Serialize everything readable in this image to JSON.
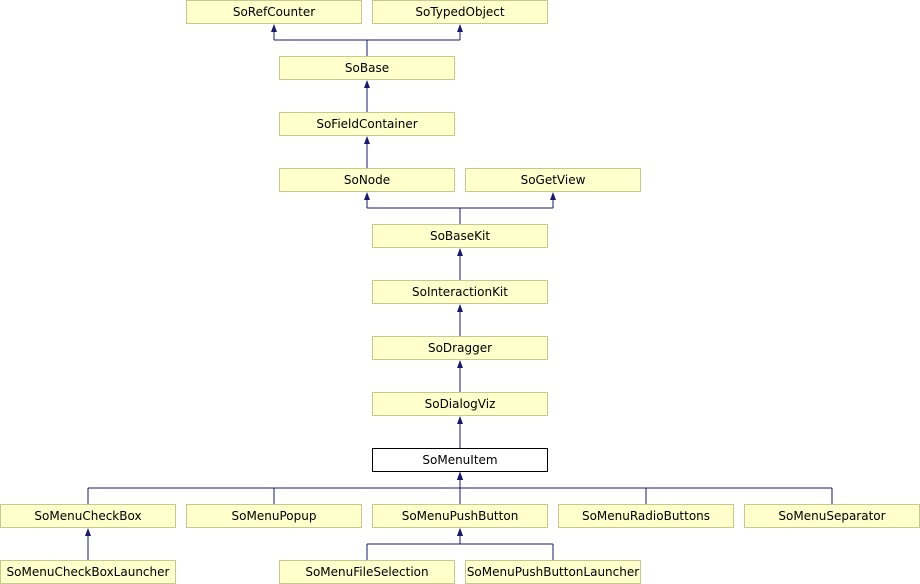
{
  "classes": {
    "refcounter": "SoRefCounter",
    "typedobject": "SoTypedObject",
    "base": "SoBase",
    "fieldcontainer": "SoFieldContainer",
    "node": "SoNode",
    "getview": "SoGetView",
    "basekit": "SoBaseKit",
    "interactionkit": "SoInteractionKit",
    "dragger": "SoDragger",
    "dialogviz": "SoDialogViz",
    "menuitem": "SoMenuItem",
    "menucheckbox": "SoMenuCheckBox",
    "menupopup": "SoMenuPopup",
    "menupushbutton": "SoMenuPushButton",
    "menuradiobuttons": "SoMenuRadioButtons",
    "menuseparator": "SoMenuSeparator",
    "menucheckboxlauncher": "SoMenuCheckBoxLauncher",
    "menufileselection": "SoMenuFileSelection",
    "menupushbuttonlauncher": "SoMenuPushButtonLauncher"
  },
  "current_class": "menuitem",
  "colors": {
    "node_fill": "#ffffcc",
    "node_border": "#c8c88c",
    "current_fill": "#ffffff",
    "current_border": "#000000",
    "edge": "#191970"
  },
  "inheritance": [
    {
      "child": "base",
      "parents": [
        "refcounter",
        "typedobject"
      ]
    },
    {
      "child": "fieldcontainer",
      "parents": [
        "base"
      ]
    },
    {
      "child": "node",
      "parents": [
        "fieldcontainer"
      ]
    },
    {
      "child": "basekit",
      "parents": [
        "node",
        "getview"
      ]
    },
    {
      "child": "interactionkit",
      "parents": [
        "basekit"
      ]
    },
    {
      "child": "dragger",
      "parents": [
        "interactionkit"
      ]
    },
    {
      "child": "dialogviz",
      "parents": [
        "dragger"
      ]
    },
    {
      "child": "menuitem",
      "parents": [
        "dialogviz"
      ]
    },
    {
      "child": "menucheckbox",
      "parents": [
        "menuitem"
      ]
    },
    {
      "child": "menupopup",
      "parents": [
        "menuitem"
      ]
    },
    {
      "child": "menupushbutton",
      "parents": [
        "menuitem"
      ]
    },
    {
      "child": "menuradiobuttons",
      "parents": [
        "menuitem"
      ]
    },
    {
      "child": "menuseparator",
      "parents": [
        "menuitem"
      ]
    },
    {
      "child": "menucheckboxlauncher",
      "parents": [
        "menucheckbox"
      ]
    },
    {
      "child": "menufileselection",
      "parents": [
        "menupushbutton"
      ]
    },
    {
      "child": "menupushbuttonlauncher",
      "parents": [
        "menupushbutton"
      ]
    }
  ]
}
